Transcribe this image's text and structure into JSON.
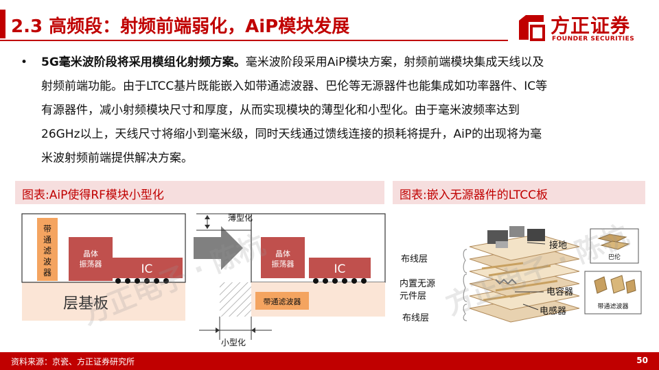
{
  "header": {
    "title": "2.3 高频段：射频前端弱化，AiP模块发展",
    "logo_cn": "方正证券",
    "logo_en": "FOUNDER SECURITIES"
  },
  "body": {
    "bullet": "•",
    "lead": "5G毫米波阶段将采用模组化射频方案。",
    "lines": [
      "毫米波阶段采用AiP模块方案，射频前端模块集成天线以及",
      "射频前端功能。由于LTCC基片既能嵌入如带通滤波器、巴伦等无源器件也能集成如功率器件、IC等",
      "有源器件，减小射频模块尺寸和厚度，从而实现模块的薄型化和小型化。由于毫米波频率达到",
      "26GHz以上，天线尺寸将缩小到毫米级，同时天线通过馈线连接的损耗将提升，AiP的出现将为毫",
      "米波射频前端提供解决方案。"
    ]
  },
  "figure_left": {
    "caption": "图表:AiP使得RF模块小型化",
    "filter_vertical": [
      "带",
      "通",
      "滤",
      "波",
      "器"
    ],
    "crystal": [
      "晶体",
      "振荡器"
    ],
    "ic": "IC",
    "substrate": "层基板",
    "thin": "薄型化",
    "small": "小型化",
    "filter_embedded": "带通滤波器"
  },
  "figure_right": {
    "caption": "图表:嵌入无源器件的LTCC板",
    "ground": "接地",
    "wiring_top": "布线层",
    "embedded": [
      "内置无源",
      "元件层"
    ],
    "wiring_bottom": "布线层",
    "capacitor": "电容器",
    "inductor": "电感器",
    "balun": "巴伦",
    "bandpass": "带通滤波器"
  },
  "watermark": {
    "author": "方正电子 · 陈杭"
  },
  "footer": {
    "source": "资料来源：京瓷、方正证券研究所",
    "page": "50"
  },
  "colors": {
    "brand_red": "#c00000",
    "filter_orange": "#f4a460",
    "component_red": "#c0504d",
    "substrate_beige": "#fbe5d6",
    "caption_bg": "#f6dede"
  }
}
